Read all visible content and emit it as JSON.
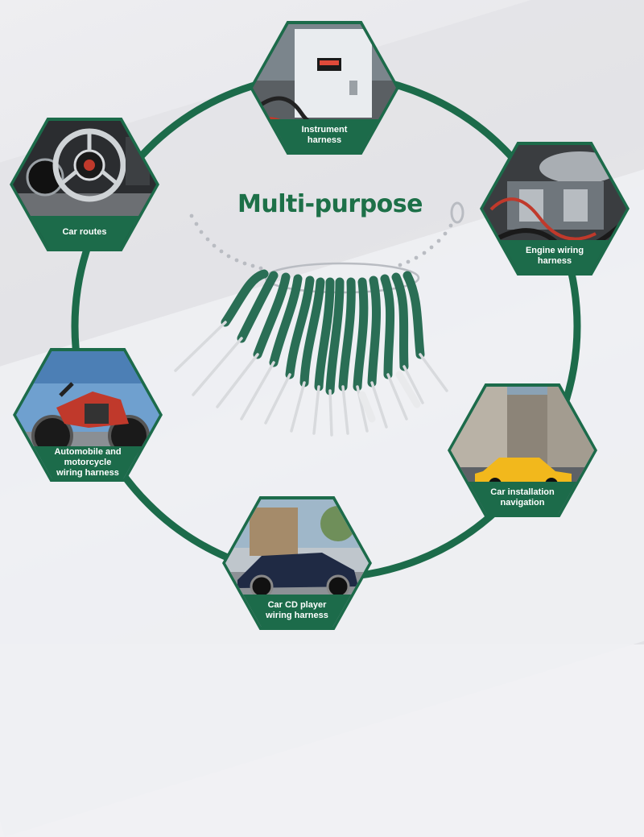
{
  "title": "Multi-purpose",
  "colors": {
    "brand_green": "#1c6b4a",
    "title_green": "#1d7048",
    "tool_green": "#2a6e55"
  },
  "panels": [
    {
      "label": "Instrument\nharness",
      "icon": "control-box-photo"
    },
    {
      "label": "Car routes",
      "icon": "steering-wheel-photo"
    },
    {
      "label": "Engine wiring\nharness",
      "icon": "engine-photo"
    },
    {
      "label": "Automobile and motorcycle\nwiring harness",
      "icon": "motorcycle-photo"
    },
    {
      "label": "Car installation\nnavigation",
      "icon": "taxi-street-photo"
    },
    {
      "label": "Car CD player\nwiring harness",
      "icon": "sports-car-photo"
    }
  ]
}
